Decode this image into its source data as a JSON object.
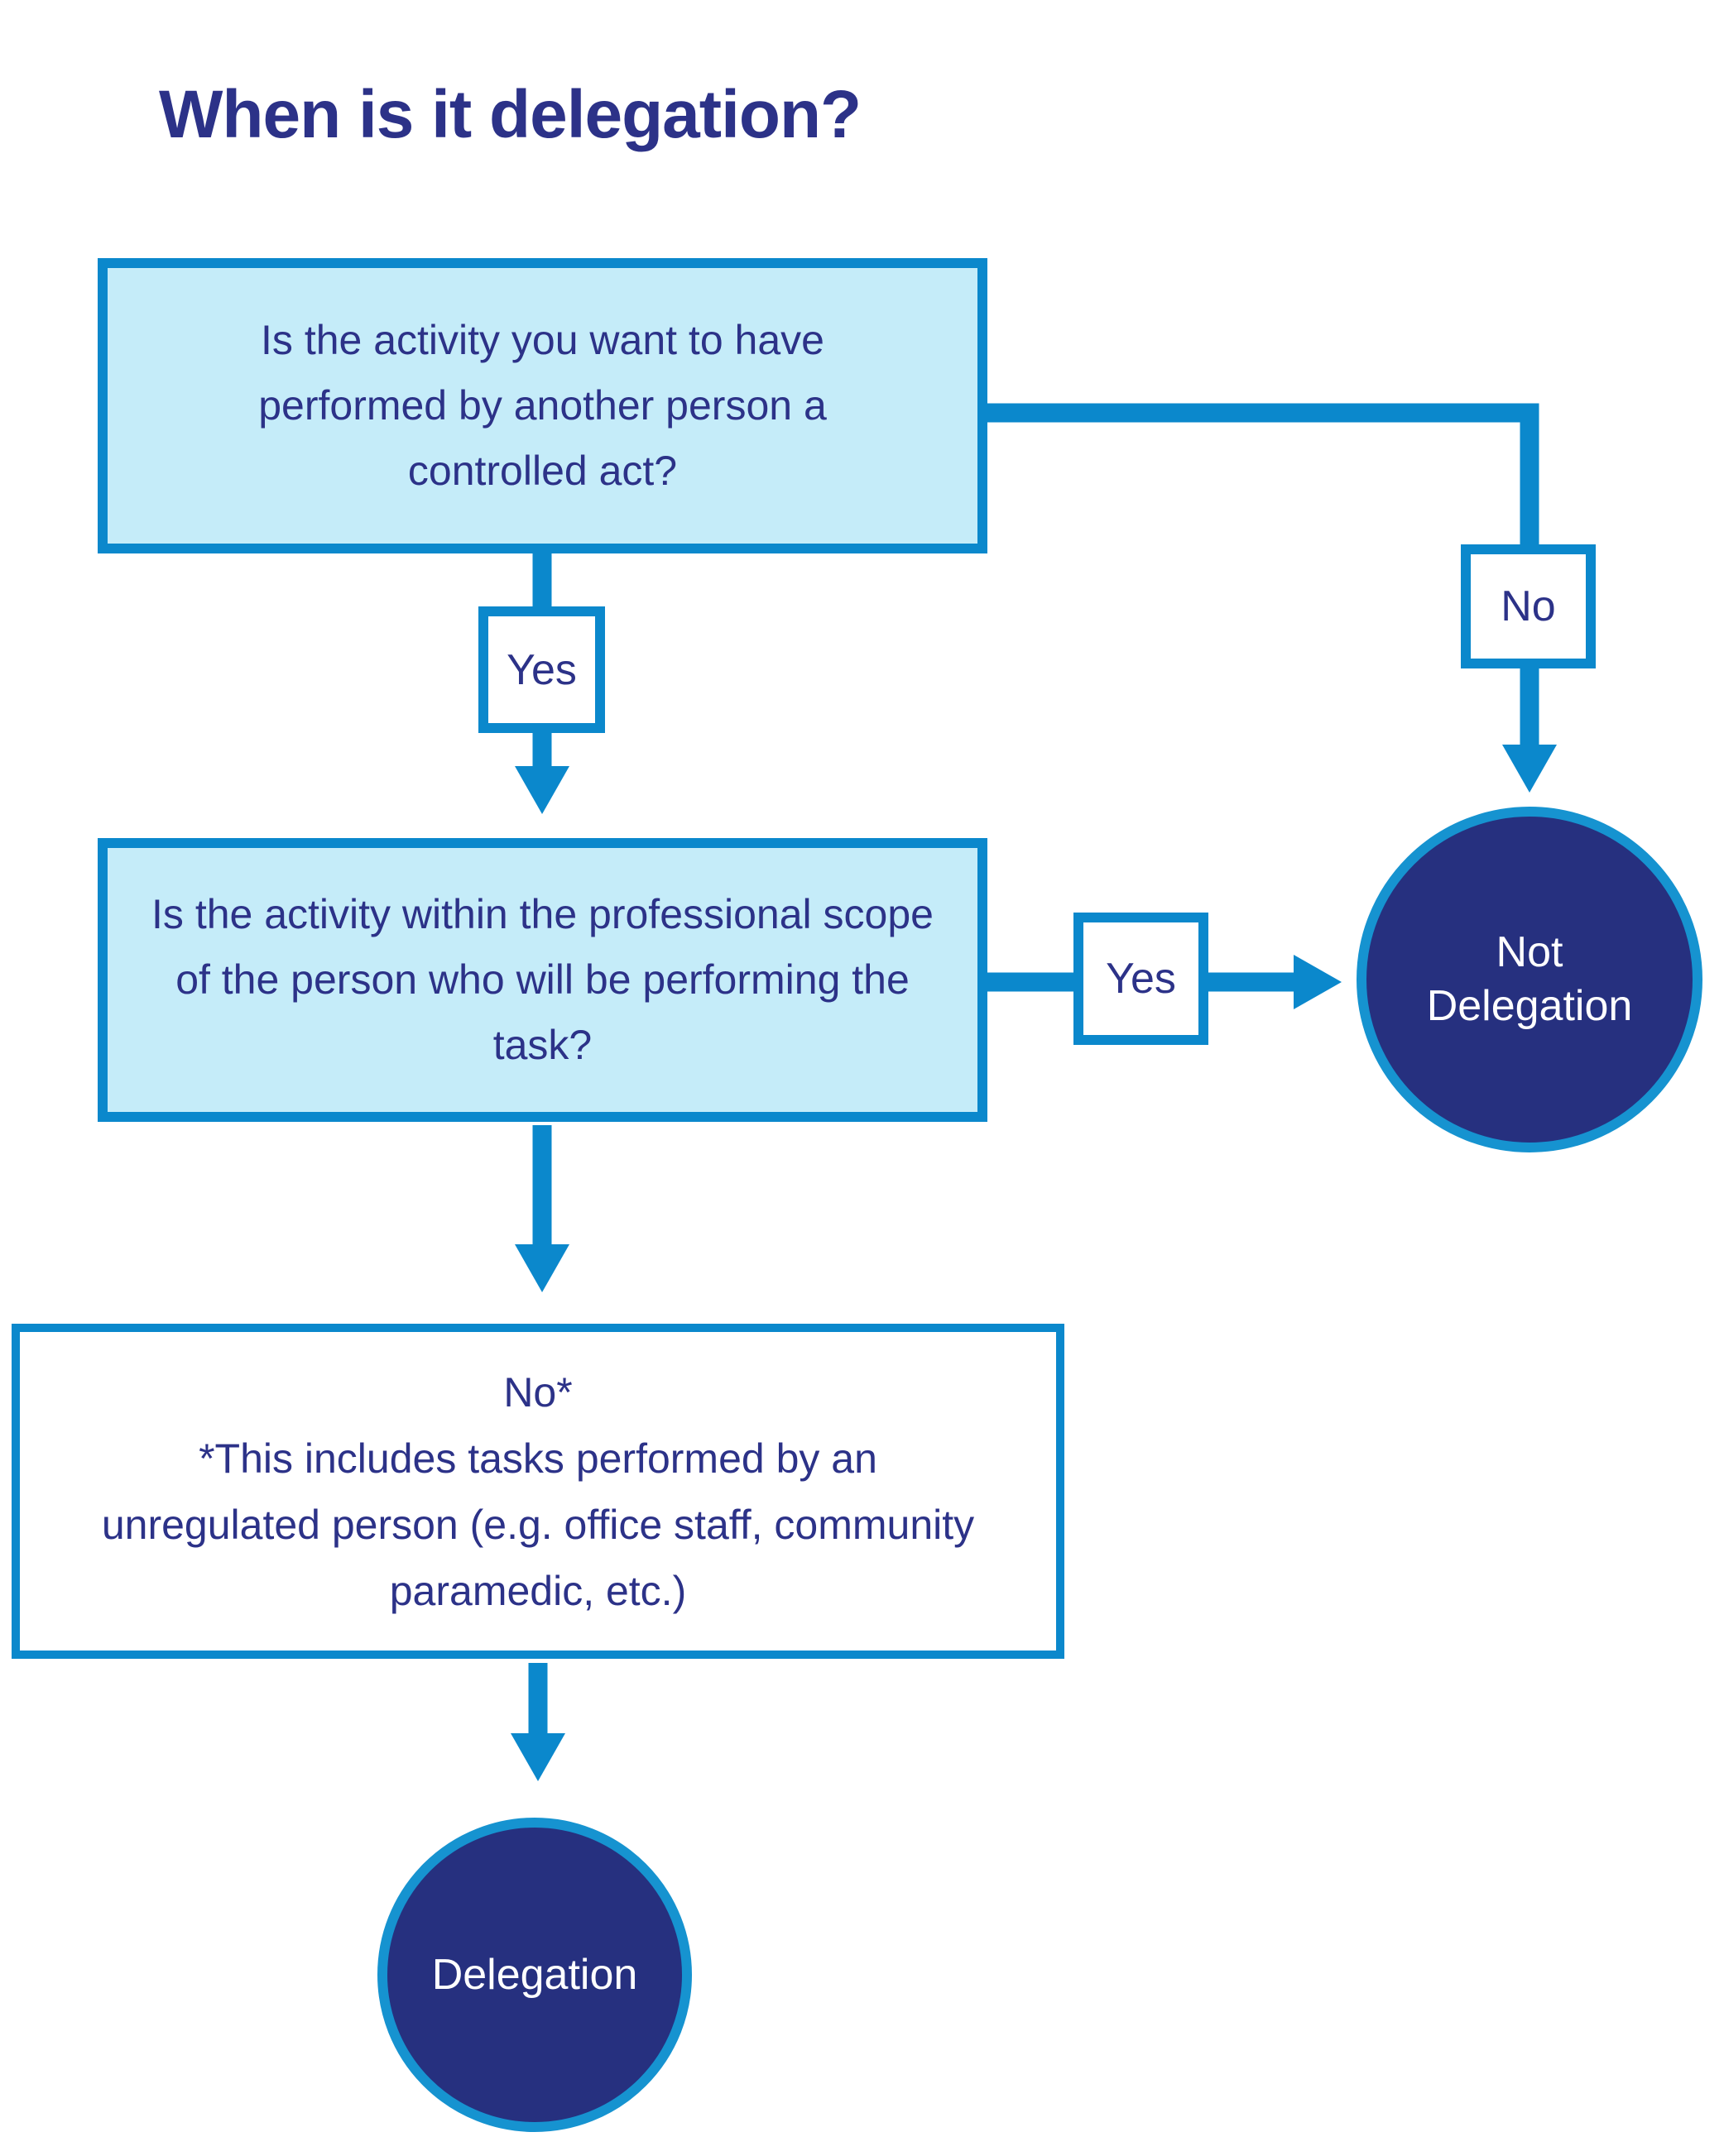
{
  "title": "When is it delegation?",
  "colors": {
    "accent": "#0b88cc",
    "circle_border": "#1693d0",
    "box_fill": "#c5ecf9",
    "navy_fill": "#26307f",
    "text_navy": "#2c3288",
    "white": "#ffffff",
    "background": "#ffffff"
  },
  "nodes": {
    "q1": {
      "text": "Is the activity you want to have performed by another person a controlled act?"
    },
    "q2": {
      "text": "Is the activity within the professional scope of the person who will be performing the task?"
    },
    "note": {
      "lines": [
        "No*",
        "*This includes tasks performed by an unregulated person (e.g. office staff, community paramedic, etc.)"
      ]
    },
    "not_delegation": {
      "lines": [
        "Not",
        "Delegation"
      ]
    },
    "delegation": {
      "text": "Delegation"
    }
  },
  "labels": {
    "yes1": "Yes",
    "no1": "No",
    "yes2": "Yes"
  }
}
